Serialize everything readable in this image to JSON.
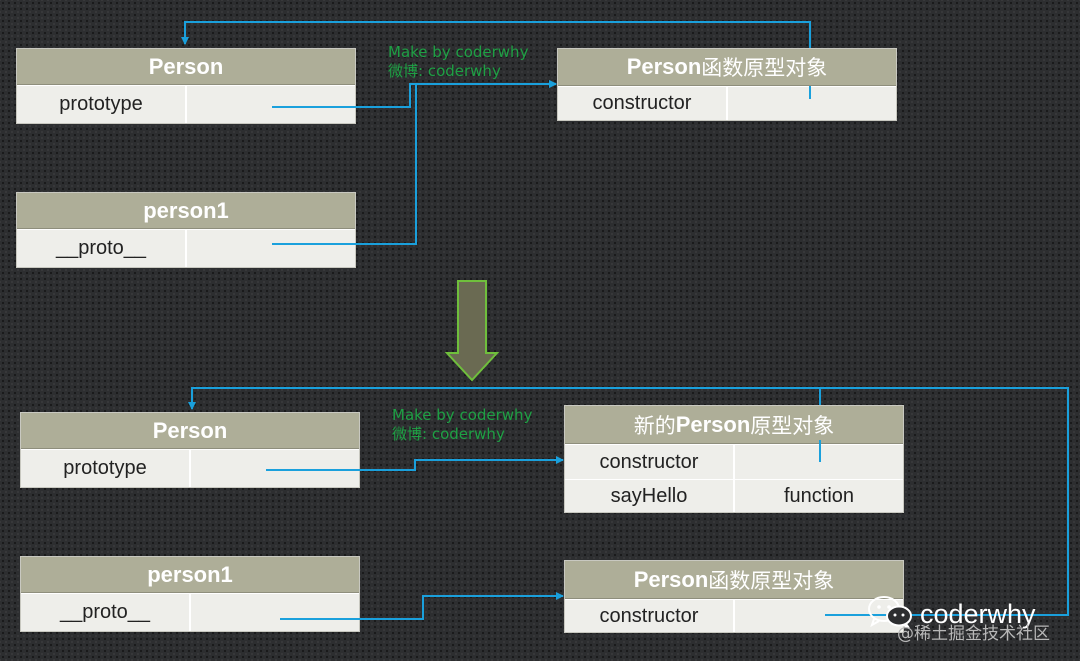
{
  "top": {
    "person": {
      "title": "Person",
      "rows": [
        {
          "key": "prototype",
          "value": ""
        }
      ]
    },
    "person1": {
      "title": "person1",
      "rows": [
        {
          "key": "__proto__",
          "value": ""
        }
      ]
    },
    "proto": {
      "title_en": "Person",
      "title_cn": "函数原型对象",
      "rows": [
        {
          "key": "constructor",
          "value": ""
        }
      ]
    },
    "watermark": {
      "line1": "Make by coderwhy",
      "line2": "微博: coderwhy"
    }
  },
  "bottom": {
    "person": {
      "title": "Person",
      "rows": [
        {
          "key": "prototype",
          "value": ""
        }
      ]
    },
    "person1": {
      "title": "person1",
      "rows": [
        {
          "key": "__proto__",
          "value": ""
        }
      ]
    },
    "new_proto": {
      "title_cn_pre": "新的",
      "title_en": "Person",
      "title_cn": "原型对象",
      "rows": [
        {
          "key": "constructor",
          "value": ""
        },
        {
          "key": "sayHello",
          "value": "function"
        }
      ]
    },
    "old_proto": {
      "title_en": "Person",
      "title_cn": "函数原型对象",
      "rows": [
        {
          "key": "constructor",
          "value": ""
        }
      ]
    },
    "watermark": {
      "line1": "Make by coderwhy",
      "line2": "微博: coderwhy"
    }
  },
  "brand": {
    "name": "coderwhy",
    "icon": "wechat-icon",
    "site": "@稀土掘金技术社区"
  },
  "colors": {
    "line": "#1aa0dc",
    "header": "#aeae98",
    "cell": "#eeeeea",
    "arrow": "#6a6a52",
    "arrow_border": "#6fbf3c"
  }
}
